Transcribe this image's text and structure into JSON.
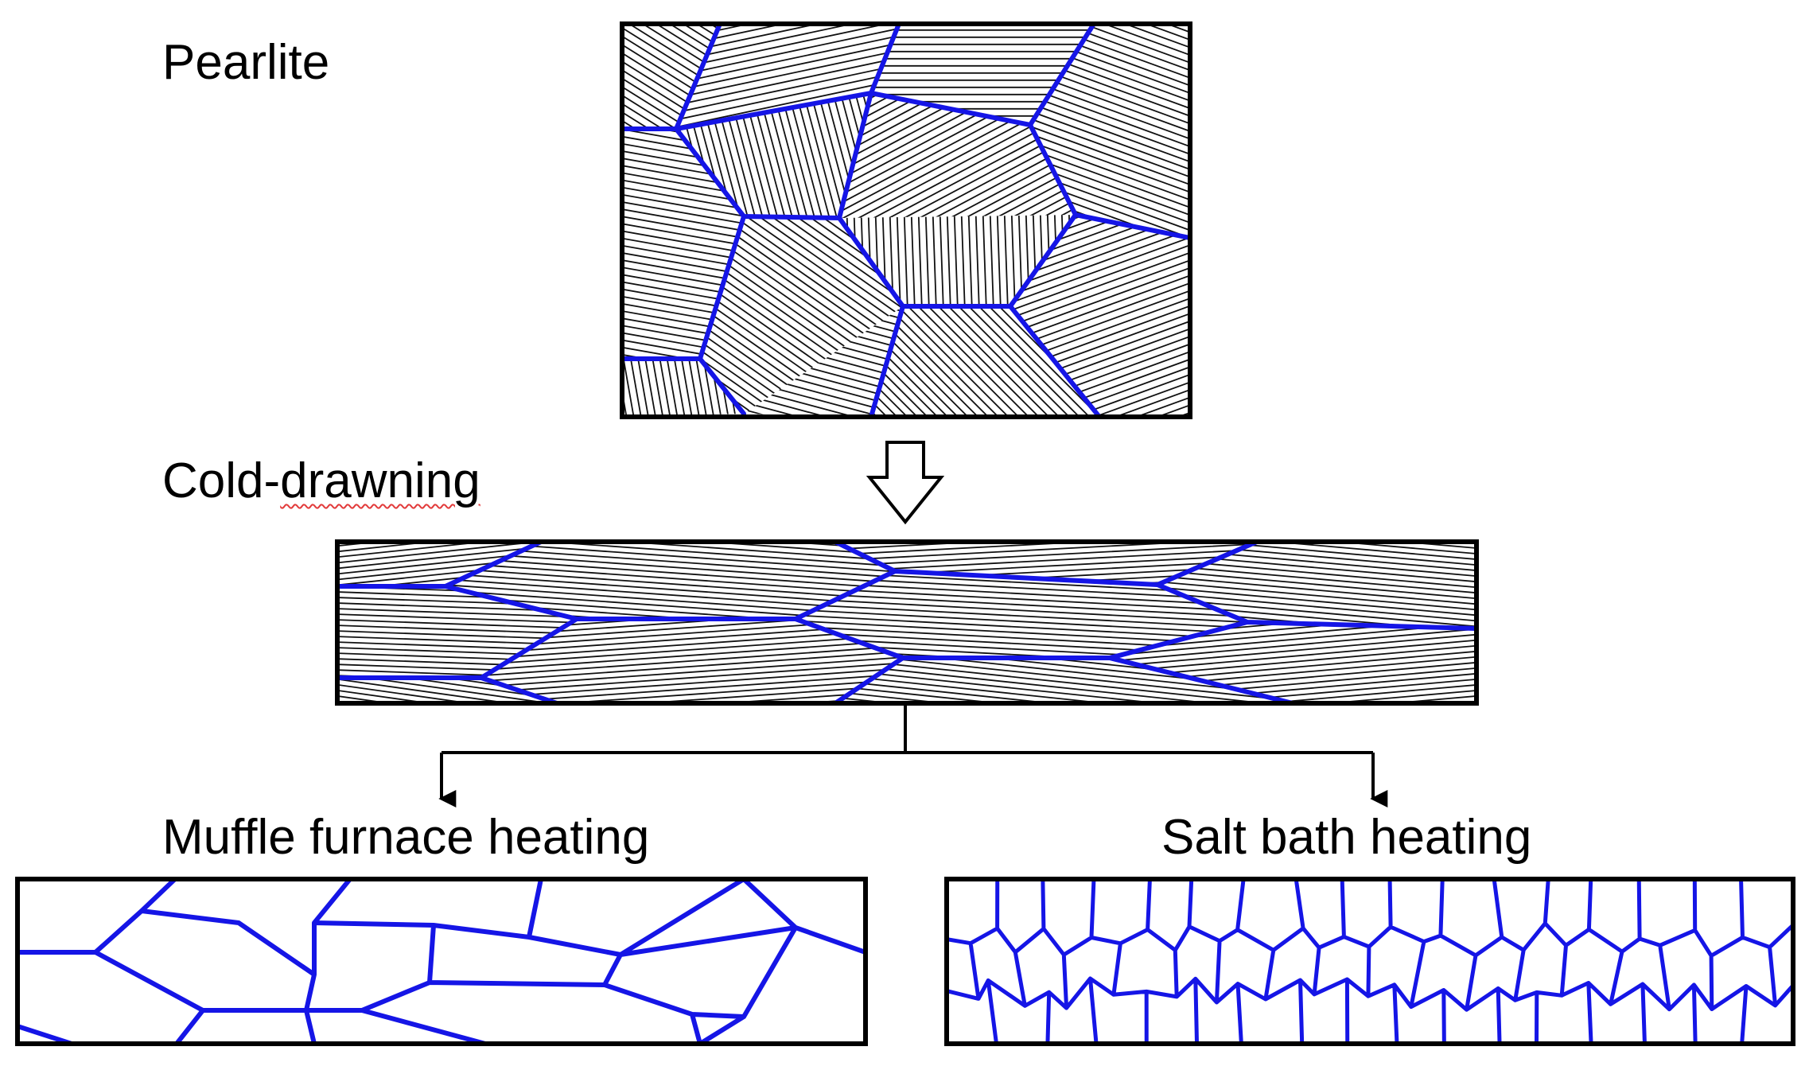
{
  "labels": {
    "pearlite": "Pearlite",
    "cold_prefix": "Cold-",
    "cold_suffix": "drawning",
    "muffle": "Muffle furnace heating",
    "salt": "Salt bath heating"
  },
  "colors": {
    "boundary": "#1515e6",
    "frame": "#000000",
    "lamella": "#111111",
    "background": "#ffffff",
    "spellcheck": "#e23b3b"
  },
  "icons": [
    "hollow-down-arrow-icon",
    "branch-arrow-icon"
  ]
}
